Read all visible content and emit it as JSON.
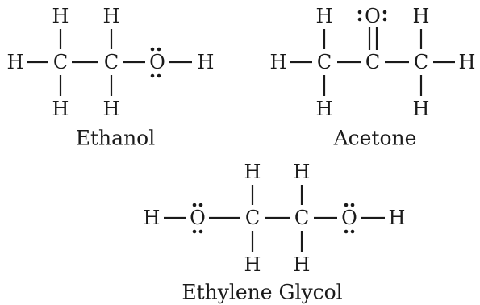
{
  "molecules": {
    "ethanol": {
      "name": "Ethanol",
      "atoms": {
        "h_left": "H",
        "c1": "C",
        "c2": "C",
        "o": "O",
        "h_right": "H",
        "h_c1_top": "H",
        "h_c2_top": "H",
        "h_c1_bottom": "H",
        "h_c2_bottom": "H"
      }
    },
    "acetone": {
      "name": "Acetone",
      "atoms": {
        "h_left": "H",
        "c1": "C",
        "c2": "C",
        "c3": "C",
        "h_right": "H",
        "o_top": "O",
        "h_c1_top": "H",
        "h_c3_top": "H",
        "h_c1_bottom": "H",
        "h_c3_bottom": "H"
      }
    },
    "ethylene_glycol": {
      "name": "Ethylene Glycol",
      "atoms": {
        "h_left": "H",
        "o_left": "O",
        "c1": "C",
        "c2": "C",
        "o_right": "O",
        "h_right": "H",
        "h_c1_top": "H",
        "h_c2_top": "H",
        "h_c1_bottom": "H",
        "h_c2_bottom": "H"
      }
    }
  }
}
